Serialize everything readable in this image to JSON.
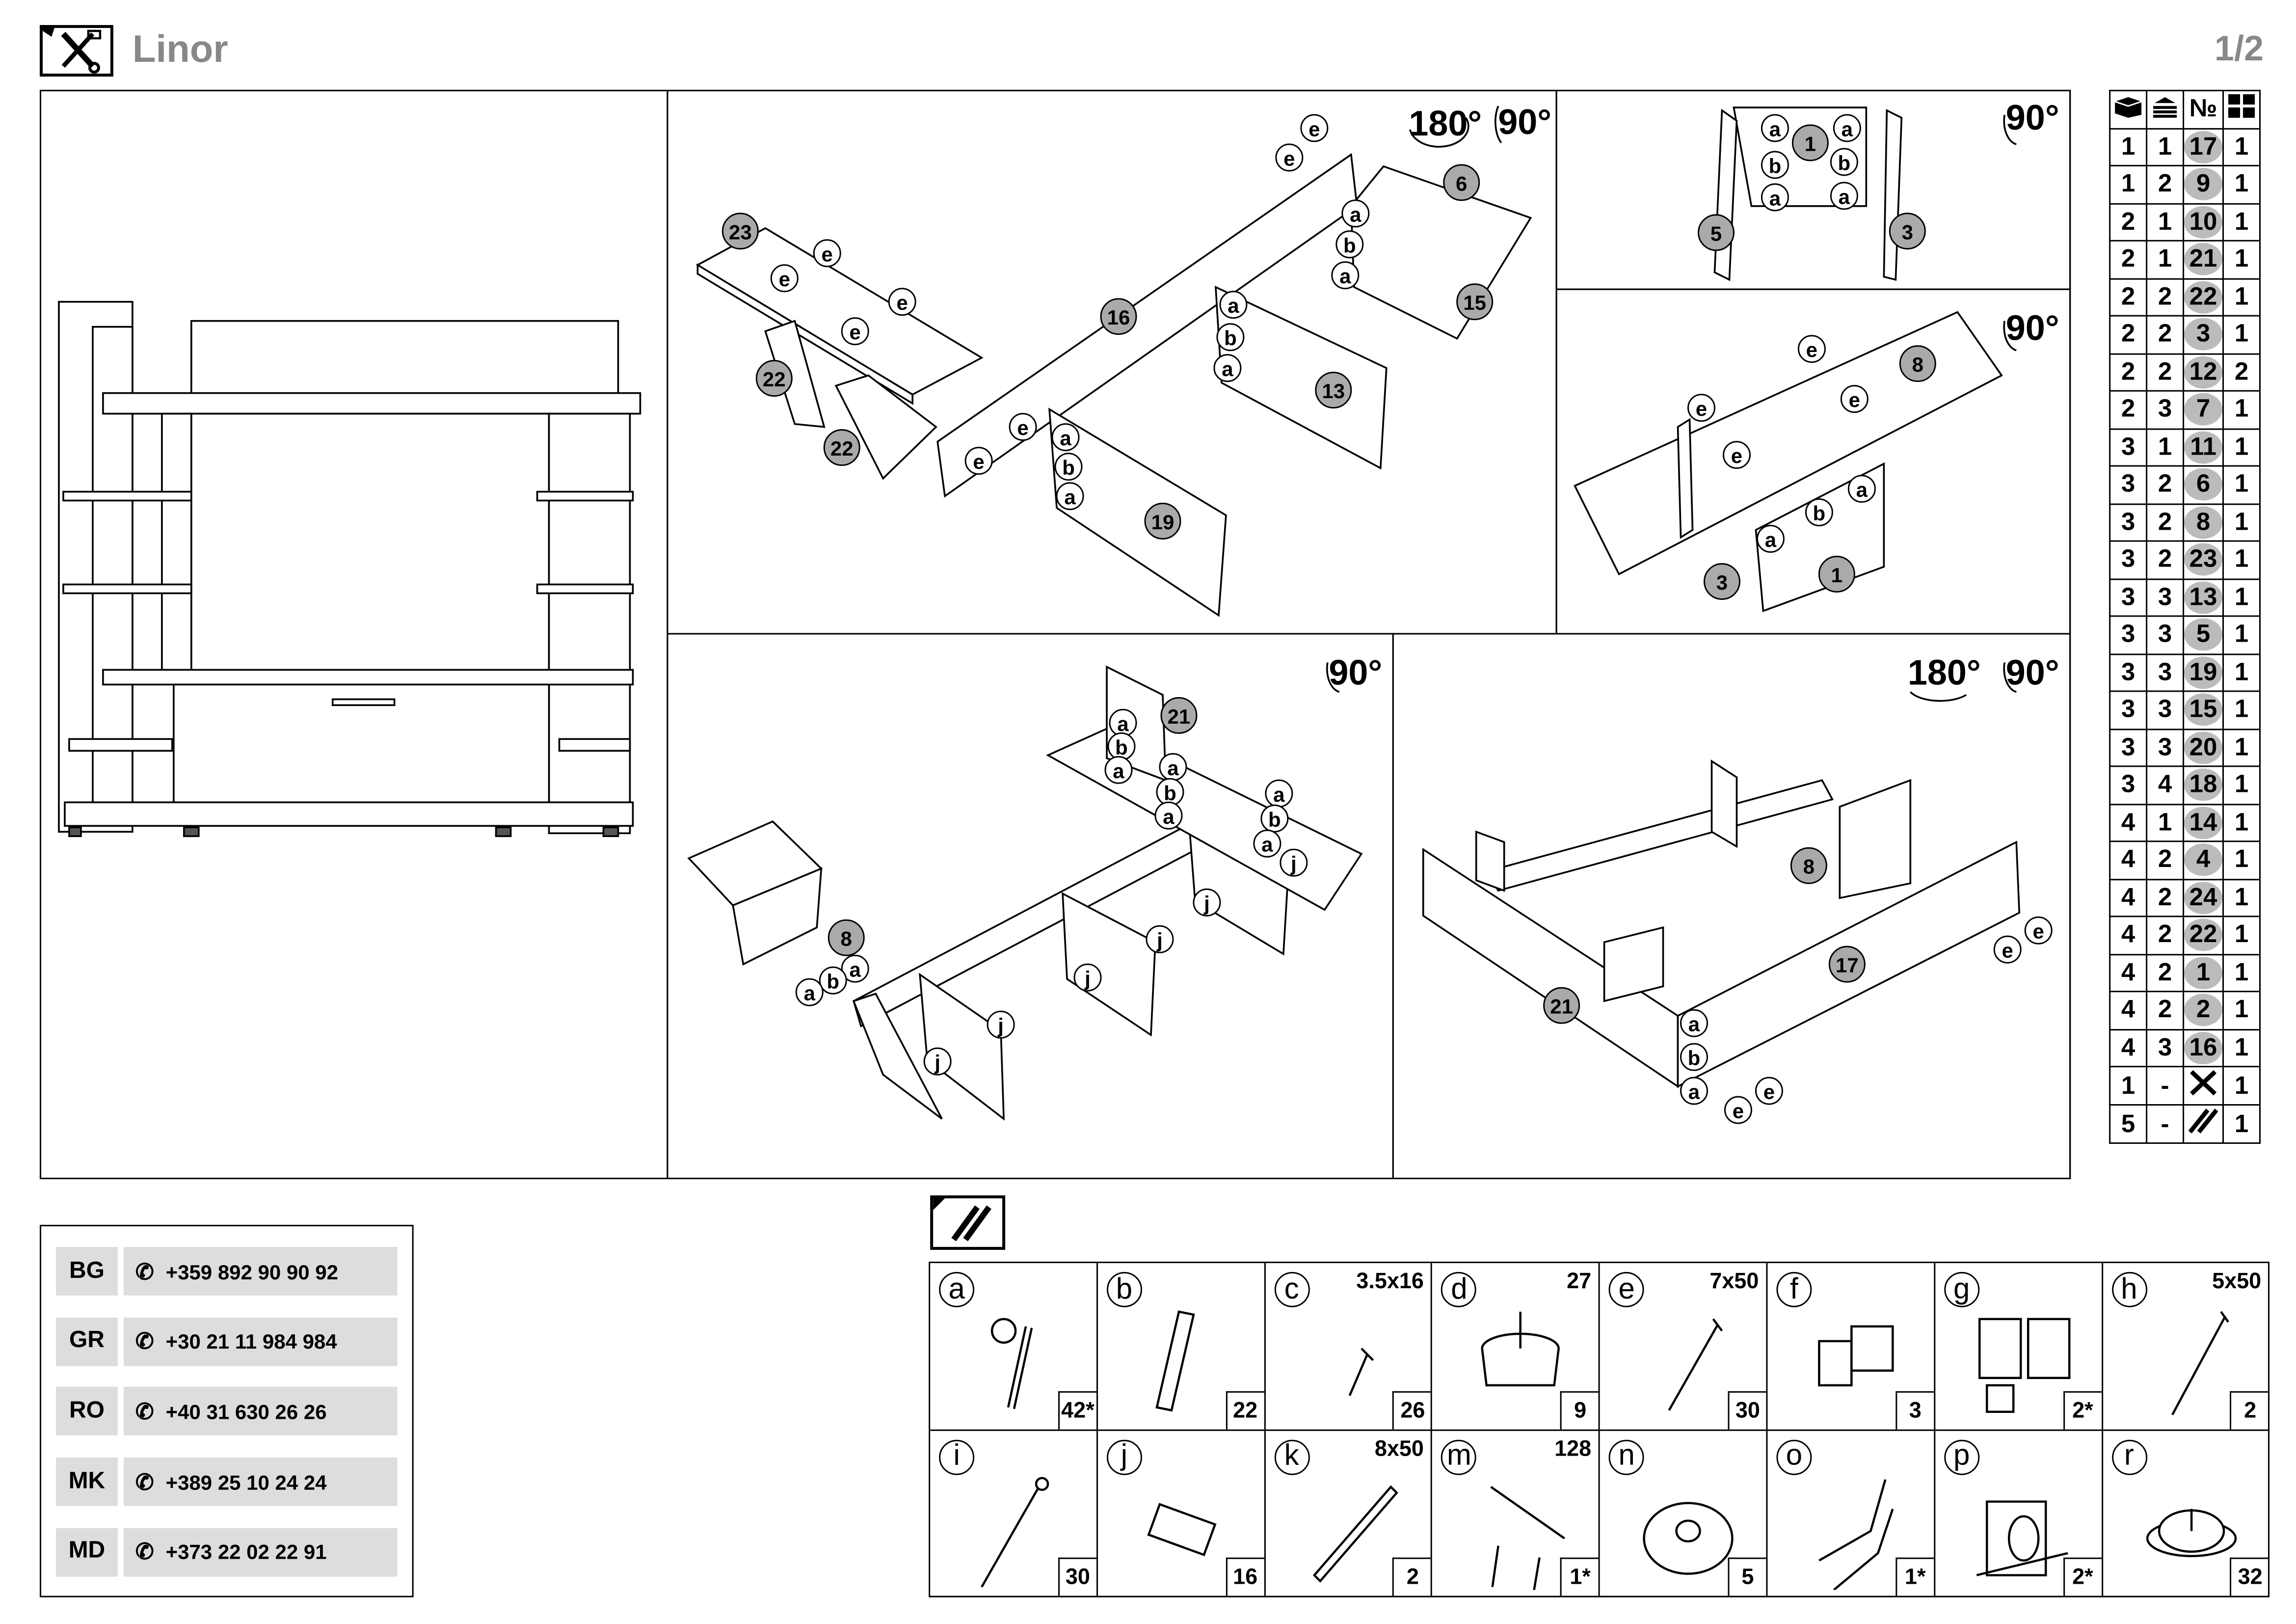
{
  "header": {
    "title": "Linor",
    "page": "1/2",
    "tools_icon": "tools-icon"
  },
  "steps": {
    "s1": {
      "rot1": "180°",
      "rot2": "90°",
      "parts": [
        "23",
        "22",
        "22",
        "16",
        "19",
        "13",
        "15",
        "6"
      ],
      "e": "e",
      "a": "a",
      "b": "b"
    },
    "s2": {
      "rot": "90°",
      "parts": [
        "1",
        "5",
        "3"
      ],
      "a": "a",
      "b": "b"
    },
    "s3": {
      "rot": "90°",
      "parts": [
        "8",
        "3",
        "1"
      ],
      "e": "e",
      "a": "a",
      "b": "b"
    },
    "s4": {
      "rot": "90°",
      "parts": [
        "21",
        "8"
      ],
      "a": "a",
      "b": "b",
      "j": "j"
    },
    "s5": {
      "rot1": "180°",
      "rot2": "90°",
      "parts": [
        "8",
        "17",
        "21"
      ],
      "a": "a",
      "b": "b",
      "e": "e"
    }
  },
  "parts_table": {
    "header_icons": [
      "package-icon",
      "layers-icon",
      "number-sign",
      "quantity-icon"
    ],
    "header_no": "№",
    "rows": [
      [
        "1",
        "1",
        "17",
        "1"
      ],
      [
        "1",
        "2",
        "9",
        "1"
      ],
      [
        "2",
        "1",
        "10",
        "1"
      ],
      [
        "2",
        "1",
        "21",
        "1"
      ],
      [
        "2",
        "2",
        "22",
        "1"
      ],
      [
        "2",
        "2",
        "3",
        "1"
      ],
      [
        "2",
        "2",
        "12",
        "2"
      ],
      [
        "2",
        "3",
        "7",
        "1"
      ],
      [
        "3",
        "1",
        "11",
        "1"
      ],
      [
        "3",
        "2",
        "6",
        "1"
      ],
      [
        "3",
        "2",
        "8",
        "1"
      ],
      [
        "3",
        "2",
        "23",
        "1"
      ],
      [
        "3",
        "3",
        "13",
        "1"
      ],
      [
        "3",
        "3",
        "5",
        "1"
      ],
      [
        "3",
        "3",
        "19",
        "1"
      ],
      [
        "3",
        "3",
        "15",
        "1"
      ],
      [
        "3",
        "3",
        "20",
        "1"
      ],
      [
        "3",
        "4",
        "18",
        "1"
      ],
      [
        "4",
        "1",
        "14",
        "1"
      ],
      [
        "4",
        "2",
        "4",
        "1"
      ],
      [
        "4",
        "2",
        "24",
        "1"
      ],
      [
        "4",
        "2",
        "22",
        "1"
      ],
      [
        "4",
        "2",
        "1",
        "1"
      ],
      [
        "4",
        "2",
        "2",
        "1"
      ],
      [
        "4",
        "3",
        "16",
        "1"
      ],
      [
        "1",
        "-",
        "",
        "1"
      ],
      [
        "5",
        "-",
        "",
        "1"
      ]
    ]
  },
  "contacts": [
    {
      "code": "BG",
      "phone": "+359 892 90 90 92"
    },
    {
      "code": "GR",
      "phone": "+30 21 11 984 984"
    },
    {
      "code": "RO",
      "phone": "+40 31 630 26 26"
    },
    {
      "code": "MK",
      "phone": "+389 25 10 24 24"
    },
    {
      "code": "MD",
      "phone": "+373 22 02 22 91"
    }
  ],
  "hardware": [
    {
      "letter": "a",
      "size": "",
      "qty": "42*"
    },
    {
      "letter": "b",
      "size": "",
      "qty": "22"
    },
    {
      "letter": "c",
      "size": "3.5x16",
      "qty": "26"
    },
    {
      "letter": "d",
      "size": "27",
      "qty": "9"
    },
    {
      "letter": "e",
      "size": "7x50",
      "qty": "30"
    },
    {
      "letter": "f",
      "size": "",
      "qty": "3"
    },
    {
      "letter": "g",
      "size": "",
      "qty": "2*"
    },
    {
      "letter": "h",
      "size": "5x50",
      "qty": "2"
    },
    {
      "letter": "i",
      "size": "",
      "qty": "30"
    },
    {
      "letter": "j",
      "size": "",
      "qty": "16"
    },
    {
      "letter": "k",
      "size": "8x50",
      "qty": "2"
    },
    {
      "letter": "m",
      "size": "128",
      "qty": "1*"
    },
    {
      "letter": "n",
      "size": "",
      "qty": "5"
    },
    {
      "letter": "o",
      "size": "",
      "qty": "1*"
    },
    {
      "letter": "p",
      "size": "",
      "qty": "2*"
    },
    {
      "letter": "r",
      "size": "",
      "qty": "32"
    }
  ]
}
